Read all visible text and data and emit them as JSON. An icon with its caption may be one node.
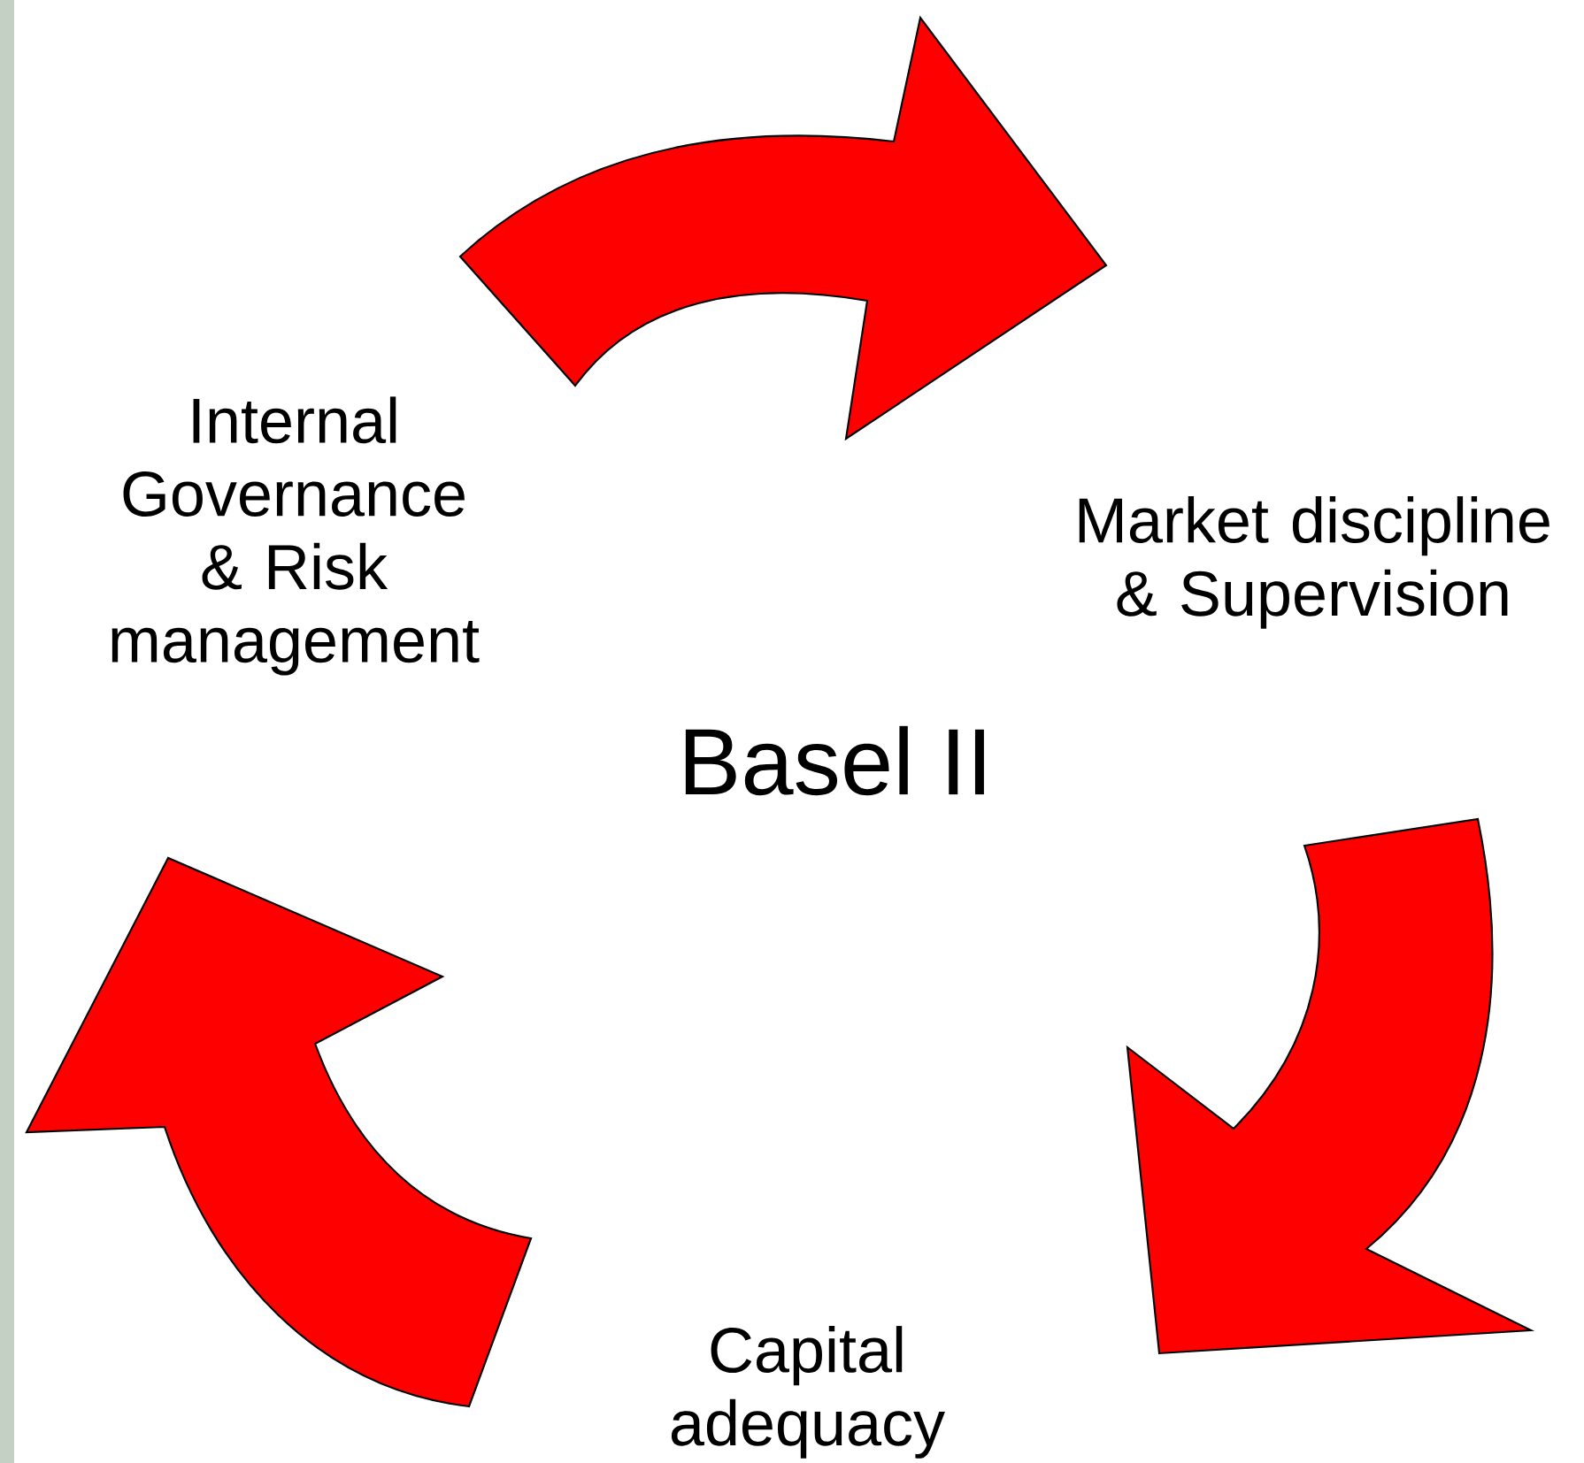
{
  "diagram": {
    "nodes": [
      {
        "text": [
          "Internal Governance & Risk management"
        ]
      },
      {
        "text": [
          "Market discipline & Supervision"
        ]
      },
      {
        "text": [
          "Capital adequacy"
        ]
      }
    ],
    "edges": [
      {
        "from": 0,
        "to": 1,
        "arrow": "to"
      },
      {
        "from": 1,
        "to": 2,
        "arrow": "to"
      },
      {
        "from": 2,
        "to": 0,
        "arrow": "to"
      }
    ],
    "labels": [
      "Basel II"
    ]
  }
}
